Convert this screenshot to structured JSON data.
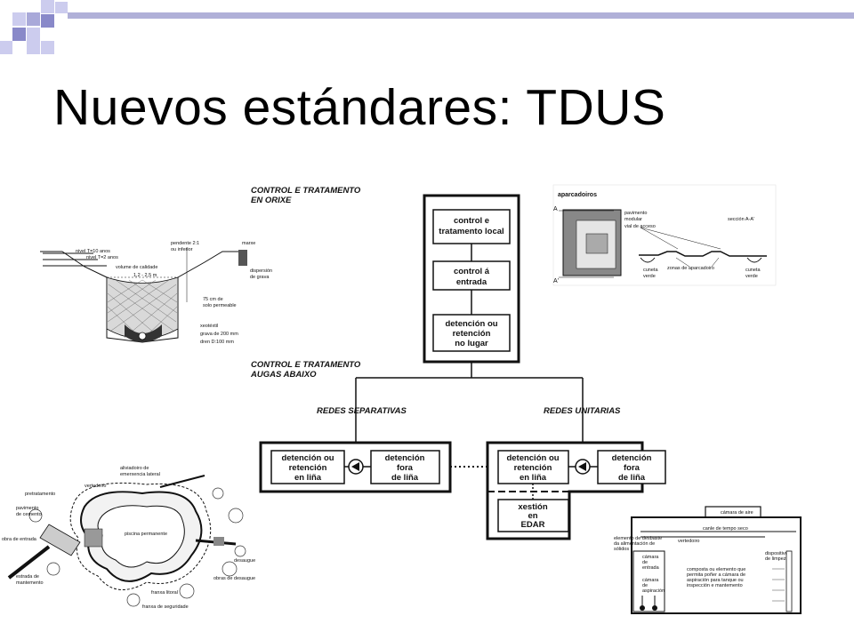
{
  "title": "Nuevos estándares: TDUS",
  "flow": {
    "header_orixe": [
      "CONTROL E TRATAMENTO",
      "EN ORIXE"
    ],
    "header_abaixo": [
      "CONTROL E TRATAMENTO",
      "AUGAS ABAIXO"
    ],
    "box_control_local": [
      "control e",
      "tratamento local"
    ],
    "box_control_entrada": [
      "control á",
      "entrada"
    ],
    "box_detencion_lugar": [
      "detención ou",
      "retención",
      "no lugar"
    ],
    "redes_separativas": "REDES SEPARATIVAS",
    "redes_unitarias": "REDES UNITARIAS",
    "sep_detencion_linea": [
      "detención ou",
      "retención",
      "en liña"
    ],
    "sep_detencion_fora": [
      "detención",
      "fora",
      "de liña"
    ],
    "uni_detencion_linea": [
      "detención ou",
      "retención",
      "en liña"
    ],
    "uni_detencion_fora": [
      "detención",
      "fora",
      "de liña"
    ],
    "xestion": [
      "xestión",
      "en",
      "EDAR"
    ]
  },
  "swale": {
    "nivel10": "nivel T=10 anos",
    "nivel2": "nivel T=2 anos",
    "volume": "volume de calidade",
    "width": "1,2 - 2,5 m",
    "pendente": [
      "pendente 2:1",
      "ou inferior"
    ],
    "marxe": "marxe",
    "grava": [
      "dispersión",
      "de grava"
    ],
    "solo": [
      "75 cm de",
      "solo permeable"
    ],
    "xeotextil": "xeotéxtil",
    "grava200": "grava de 200 mm",
    "dren": "dren D:100 mm"
  },
  "parking": {
    "title": "aparcadoiros",
    "label_a_top": "A",
    "label_a_bottom": "A'",
    "pavimento": [
      "pavimento",
      "modular"
    ],
    "vial": "vial de acceso",
    "seccion": "sección A-A'",
    "cuneta_left": [
      "cuneta",
      "verde"
    ],
    "zonas": "zonas de aparcadoiro",
    "cuneta_right": [
      "cuneta",
      "verde"
    ]
  },
  "pond": {
    "aliviadoiro": [
      "aliviadoiro de",
      "emerxencia lateral"
    ],
    "verteden": "vertedeiro",
    "pretratamento": "pretratamento",
    "pavimento": [
      "pavimento",
      "de cemento"
    ],
    "obra_entrada": "obra de entrada",
    "estrada": [
      "estrada de",
      "mantemento"
    ],
    "piscina": "piscina permanente",
    "franxa_litoral": "franxa litoral",
    "franxa_seguridade": "franxa de seguridade",
    "desaugue": "desaugue",
    "obras_desaugue": "obras de desaugue"
  },
  "tank": {
    "camara_aire": "cámara de aire",
    "canle": "canle de tempo seco",
    "elemento": [
      "elemento de desbaste",
      "da alimentación de",
      "sólidos"
    ],
    "camara_entrada": [
      "cámara",
      "de",
      "entrada"
    ],
    "dispositivo": [
      "dispositivo",
      "de limpeza"
    ],
    "descripcion": [
      "composta ou elemento que",
      "permita poñer a cámara de",
      "aspiración para tanque ou",
      "inspección e mantemento"
    ],
    "camara_aspiracion": [
      "cámara",
      "de",
      "aspiración"
    ],
    "vertedoiro": "vertedoiro"
  }
}
